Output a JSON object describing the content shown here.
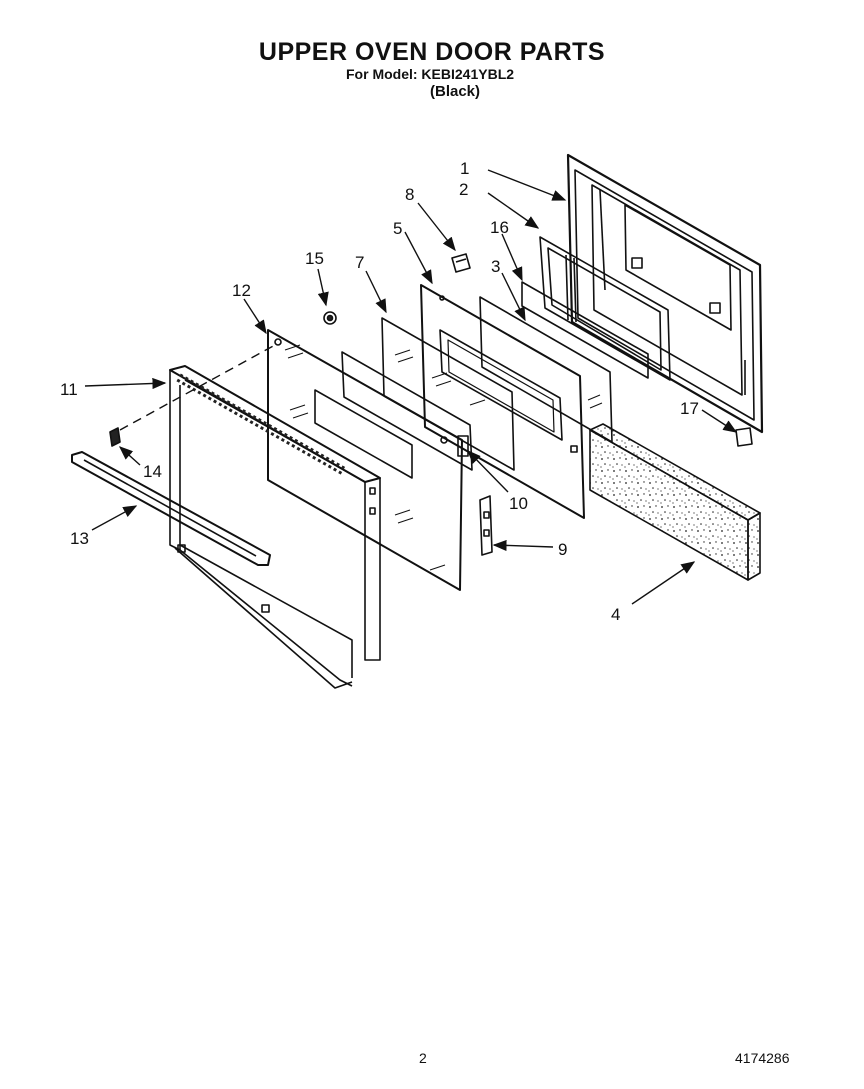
{
  "header": {
    "title": "UPPER OVEN DOOR PARTS",
    "model_line": "For Model: KEBI241YBL2",
    "variant": "(Black)"
  },
  "callouts": {
    "c1": "1",
    "c2": "2",
    "c3": "3",
    "c4": "4",
    "c5": "5",
    "c6": "7",
    "c8": "8",
    "c9": "9",
    "c10": "10",
    "c11": "11",
    "c12": "12",
    "c13": "13",
    "c14": "14",
    "c15": "15",
    "c16": "16",
    "c17": "17"
  },
  "footer": {
    "page_number": "2",
    "document_number": "4174286"
  }
}
